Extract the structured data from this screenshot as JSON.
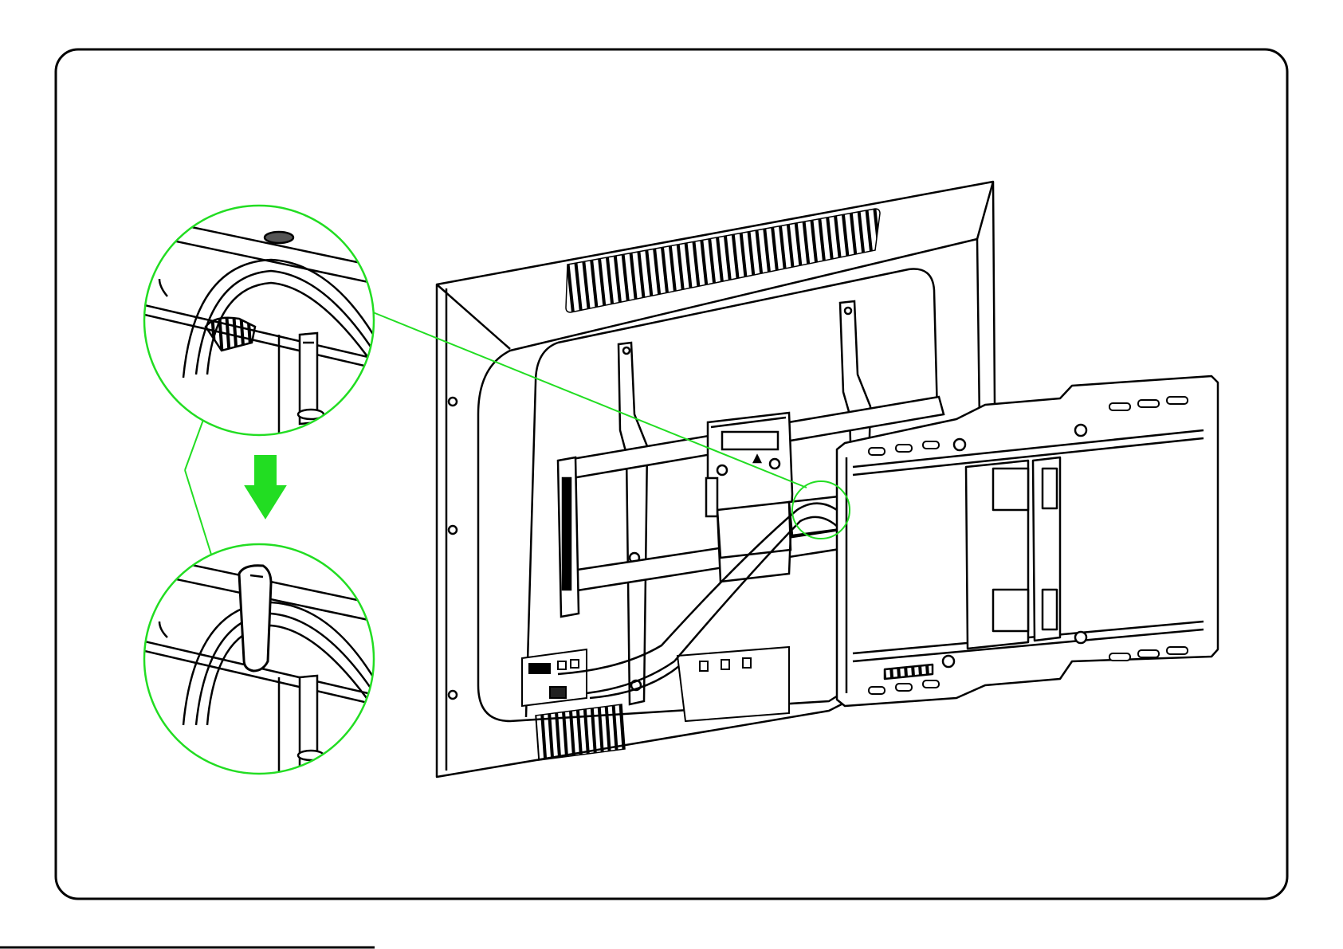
{
  "colors": {
    "line": "#000000",
    "accent": "#22dd22",
    "background": "#ffffff",
    "mid_gray": "#555555"
  },
  "icons": {
    "step_arrow": "arrow-down-icon"
  },
  "diagram": {
    "subject": "tv-wall-mount-cable-management",
    "callouts": [
      "detail-before-strap",
      "detail-after-strap"
    ]
  }
}
